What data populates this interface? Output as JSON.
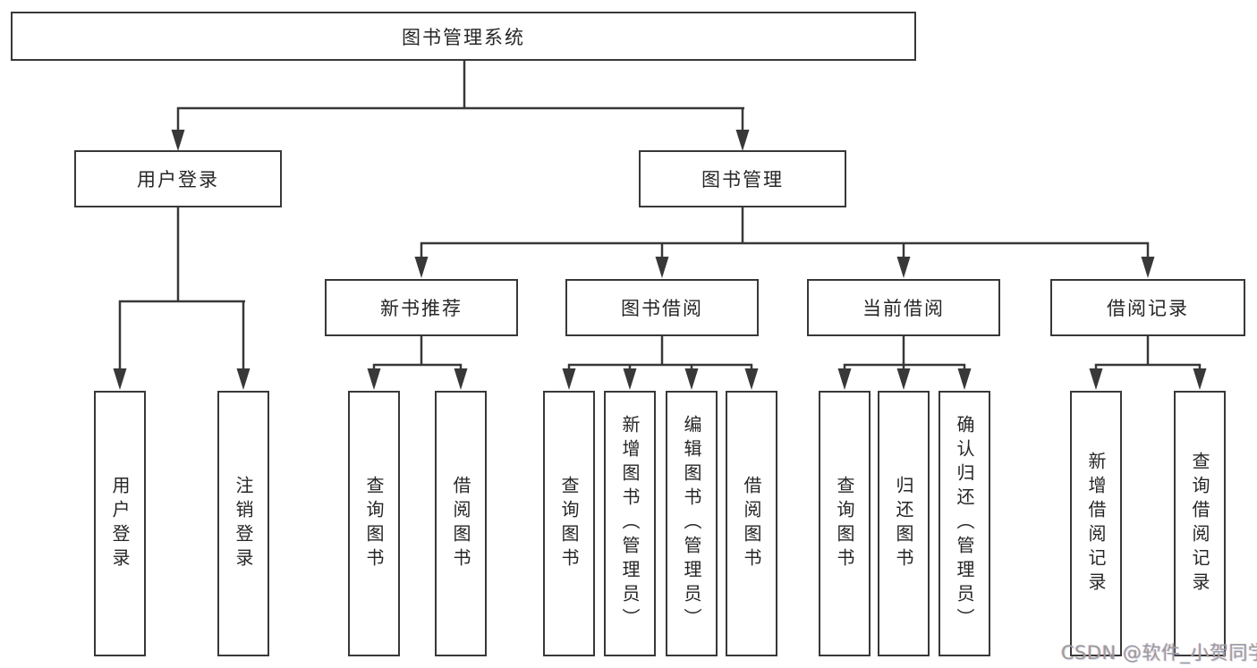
{
  "diagram": {
    "root": {
      "label": "图书管理系统",
      "children": [
        {
          "label": "用户登录",
          "children": [
            {
              "label": "用户登录"
            },
            {
              "label": "注销登录"
            }
          ]
        },
        {
          "label": "图书管理",
          "children": [
            {
              "label": "新书推荐",
              "children": [
                {
                  "label": "查询图书"
                },
                {
                  "label": "借阅图书"
                }
              ]
            },
            {
              "label": "图书借阅",
              "children": [
                {
                  "label": "查询图书"
                },
                {
                  "label": "新增图书（管理员）"
                },
                {
                  "label": "编辑图书（管理员）"
                },
                {
                  "label": "借阅图书"
                }
              ]
            },
            {
              "label": "当前借阅",
              "children": [
                {
                  "label": "查询图书"
                },
                {
                  "label": "归还图书"
                },
                {
                  "label": "确认归还（管理员）"
                }
              ]
            },
            {
              "label": "借阅记录",
              "children": [
                {
                  "label": "新增借阅记录"
                },
                {
                  "label": "查询借阅记录"
                }
              ]
            }
          ]
        }
      ]
    },
    "watermark": "CSDN @软件_小贺同学",
    "colors": {
      "line": "#383838",
      "text": "#262626",
      "background": "#ffffff",
      "watermark": "#9c9c9c"
    }
  }
}
